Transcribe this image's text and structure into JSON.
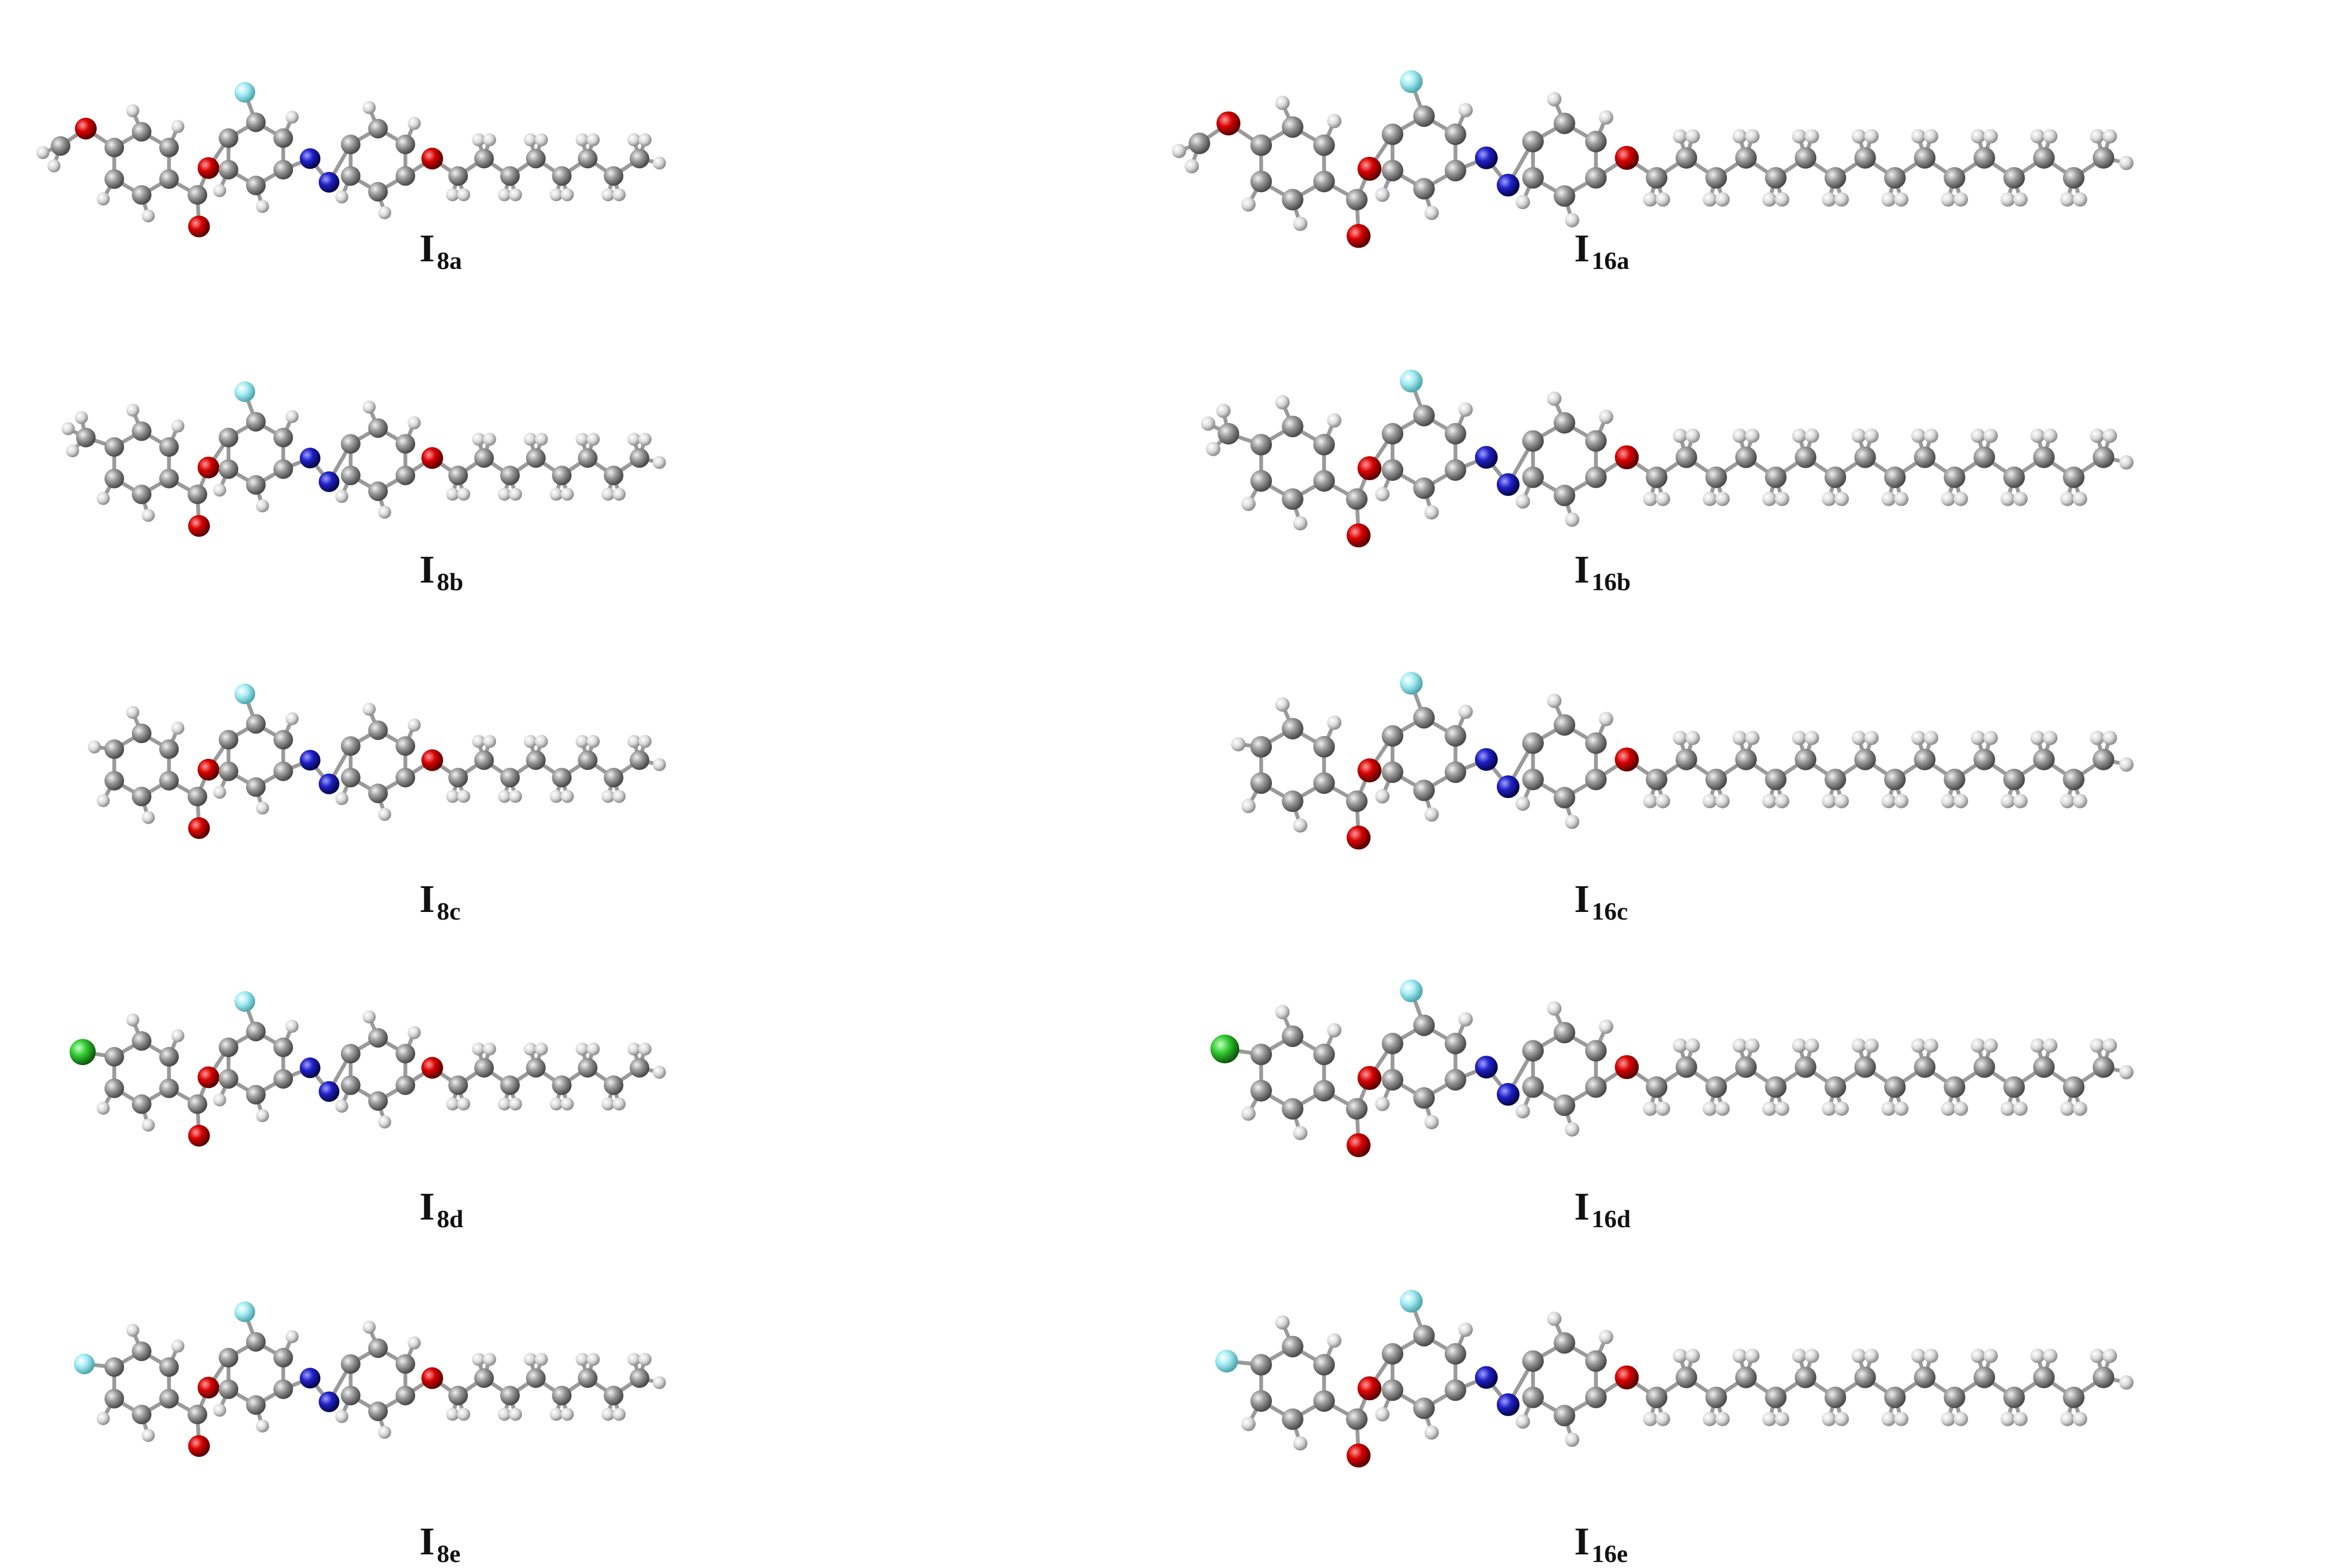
{
  "figure": {
    "molecules": [
      {
        "id": "I8a",
        "label_main": "I",
        "label_sub": "8a",
        "chain_length": 8,
        "terminal_group": "methoxy-icon",
        "column": "left",
        "row": 1
      },
      {
        "id": "I8b",
        "label_main": "I",
        "label_sub": "8b",
        "chain_length": 8,
        "terminal_group": "methyl-icon",
        "column": "left",
        "row": 2
      },
      {
        "id": "I8c",
        "label_main": "I",
        "label_sub": "8c",
        "chain_length": 8,
        "terminal_group": "hydrogen-icon",
        "column": "left",
        "row": 3
      },
      {
        "id": "I8d",
        "label_main": "I",
        "label_sub": "8d",
        "chain_length": 8,
        "terminal_group": "chloro-icon",
        "column": "left",
        "row": 4
      },
      {
        "id": "I8e",
        "label_main": "I",
        "label_sub": "8e",
        "chain_length": 8,
        "terminal_group": "fluoro-icon",
        "column": "left",
        "row": 5
      },
      {
        "id": "I16a",
        "label_main": "I",
        "label_sub": "16a",
        "chain_length": 16,
        "terminal_group": "methoxy-icon",
        "column": "right",
        "row": 1
      },
      {
        "id": "I16b",
        "label_main": "I",
        "label_sub": "16b",
        "chain_length": 16,
        "terminal_group": "methyl-icon",
        "column": "right",
        "row": 2
      },
      {
        "id": "I16c",
        "label_main": "I",
        "label_sub": "16c",
        "chain_length": 16,
        "terminal_group": "hydrogen-icon",
        "column": "right",
        "row": 3
      },
      {
        "id": "I16d",
        "label_main": "I",
        "label_sub": "16d",
        "chain_length": 16,
        "terminal_group": "chloro-icon",
        "column": "right",
        "row": 4
      },
      {
        "id": "I16e",
        "label_main": "I",
        "label_sub": "16e",
        "chain_length": 16,
        "terminal_group": "fluoro-icon",
        "column": "right",
        "row": 5
      }
    ],
    "atom_colors": {
      "carbon": "#8a8a8a",
      "hydrogen": "#e6e6e6",
      "oxygen": "#cc0000",
      "nitrogen": "#1f1fbf",
      "fluorine": "#a8f0f5",
      "chlorine": "#33cc33",
      "bond": "#9a9a9a"
    }
  }
}
